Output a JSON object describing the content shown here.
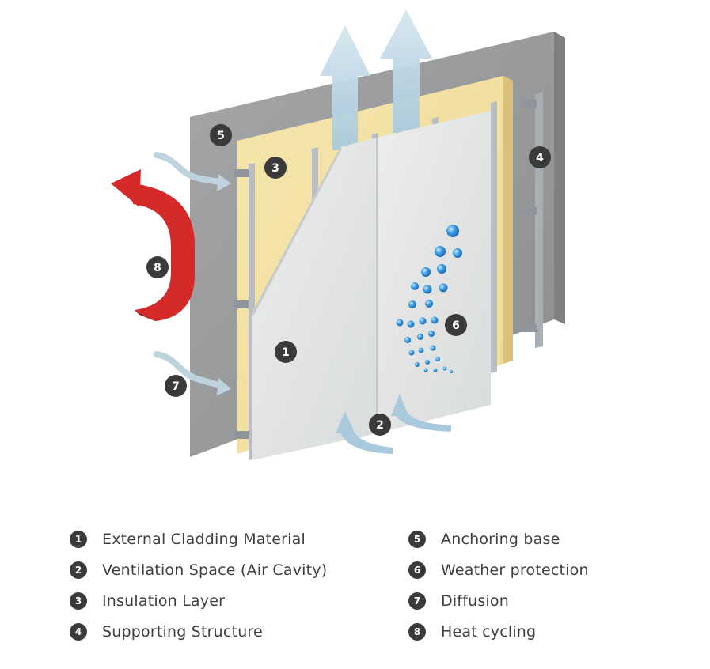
{
  "callouts": {
    "c1": "1",
    "c2": "2",
    "c3": "3",
    "c4": "4",
    "c5": "5",
    "c6": "6",
    "c7": "7",
    "c8": "8"
  },
  "legend": {
    "left": [
      {
        "number": "1",
        "label": "External Cladding Material"
      },
      {
        "number": "2",
        "label": "Ventilation Space (Air Cavity)"
      },
      {
        "number": "3",
        "label": "Insulation Layer"
      },
      {
        "number": "4",
        "label": "Supporting Structure"
      }
    ],
    "right": [
      {
        "number": "5",
        "label": "Anchoring base"
      },
      {
        "number": "6",
        "label": "Weather protection"
      },
      {
        "number": "7",
        "label": "Diffusion"
      },
      {
        "number": "8",
        "label": "Heat cycling"
      }
    ]
  },
  "colors": {
    "concrete": "#9a9c9e",
    "insulation": "#f2dfa0",
    "cladding": "#e3e5e4",
    "rail": "#b5bac0",
    "air_arrow": "#bfd6e4",
    "heat_arrow": "#d42a2a",
    "badge": "#3a3a3a",
    "water_drop": "#2f8fd6"
  }
}
